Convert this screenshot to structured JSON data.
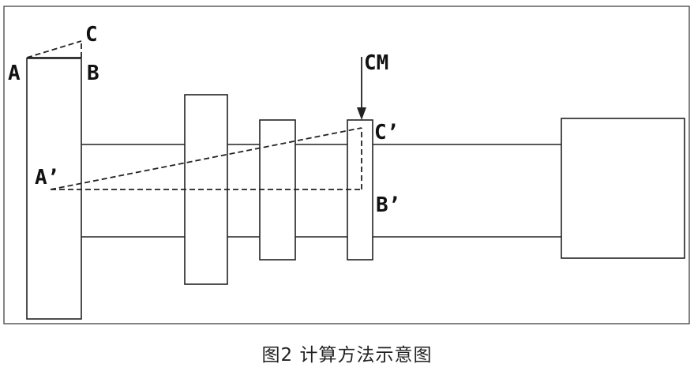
{
  "diagram": {
    "labels": {
      "a": "A",
      "b": "B",
      "c": "C",
      "a_prime": "A’",
      "b_prime": "B’",
      "c_prime": "C’",
      "cm": "CM"
    }
  },
  "caption": "图2 计算方法示意图",
  "colors": {
    "line": "#222222",
    "background": "#ffffff"
  }
}
